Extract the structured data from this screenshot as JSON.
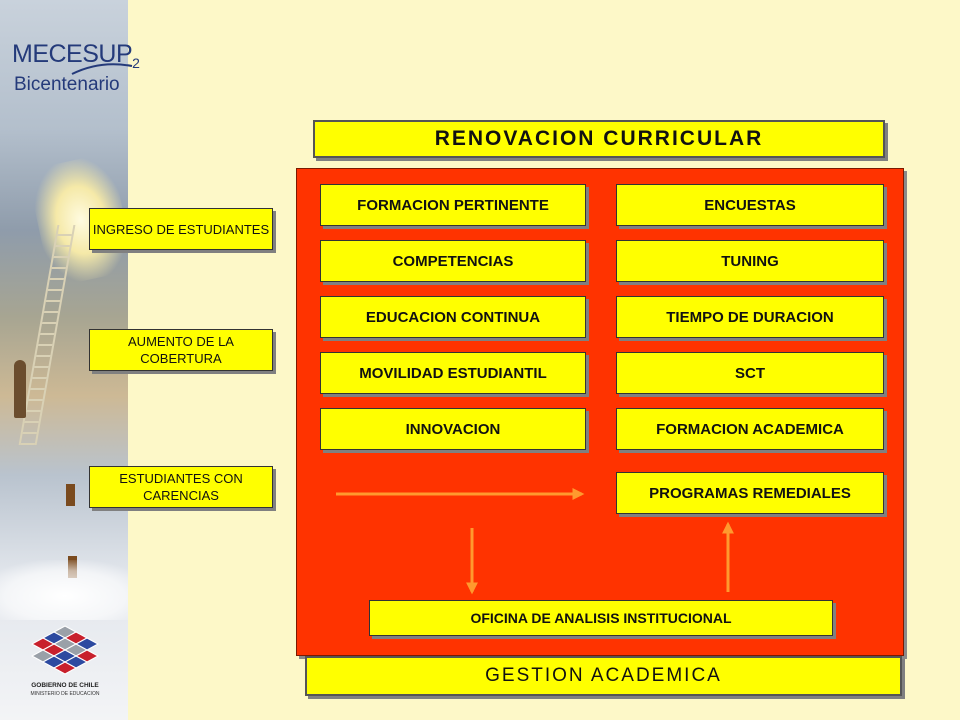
{
  "logo": {
    "brand": "MECESUP",
    "brand_suffix": "2",
    "subtitle": "Bicentenario"
  },
  "gov_logo": {
    "line1": "GOBIERNO DE CHILE",
    "line2": "MINISTERIO DE EDUCACION"
  },
  "title": "RENOVACION CURRICULAR",
  "side_boxes": [
    "INGRESO DE ESTUDIANTES",
    "AUMENTO DE LA COBERTURA",
    "ESTUDIANTES CON CARENCIAS"
  ],
  "left_column": [
    "FORMACION PERTINENTE",
    "COMPETENCIAS",
    "EDUCACION CONTINUA",
    "MOVILIDAD ESTUDIANTIL",
    "INNOVACION"
  ],
  "right_column": [
    "ENCUESTAS",
    "TUNING",
    "TIEMPO DE DURACION",
    "SCT",
    "FORMACION ACADEMICA",
    "PROGRAMAS REMEDIALES"
  ],
  "office": "OFICINA DE ANALISIS INSTITUCIONAL",
  "footer": "GESTION ACADEMICA",
  "colors": {
    "background": "#fdf8c8",
    "panel": "#ff3300",
    "box": "#ffff00",
    "arrow": "#ff9a2e",
    "logo_blue": "#243a7a"
  }
}
